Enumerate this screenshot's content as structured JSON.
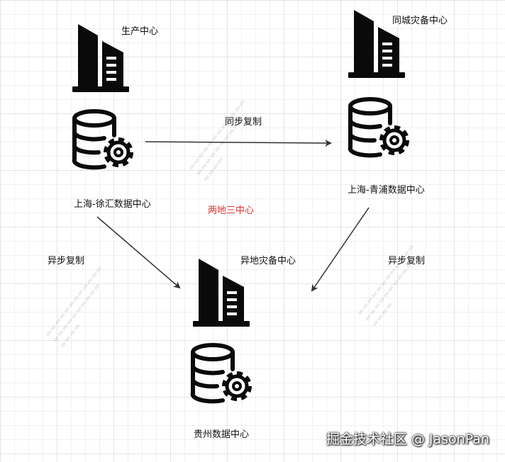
{
  "nodes": {
    "production": {
      "building_caption": "生产中心",
      "db_caption": "上海-徐汇数据中心"
    },
    "same_city_dr": {
      "building_caption": "同城灾备中心",
      "db_caption": "上海-青浦数据中心"
    },
    "remote_dr": {
      "building_caption": "异地灾备中心",
      "db_caption": "贵州数据中心"
    }
  },
  "edges": {
    "sync": "同步复制",
    "async_left": "异步复制",
    "async_right": "异步复制"
  },
  "center_title": "两地三中心",
  "footer_watermark": "掘金技术社区 @ JasonPan",
  "colors": {
    "accent_red": "#e0302a",
    "icon": "#0a0a0a",
    "arrow": "#333333"
  },
  "icons": [
    "office-building-icon",
    "database-gear-icon"
  ]
}
